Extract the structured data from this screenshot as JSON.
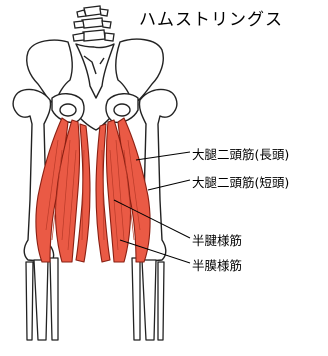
{
  "title": "ハムストリングス",
  "labels": [
    "大腿二頭筋(長頭)",
    "大腿二頭筋(短頭)",
    "半腱様筋",
    "半膜様筋"
  ],
  "colors": {
    "muscle_fill": "#ea5a45",
    "muscle_edge": "#8a1f12",
    "bone_outline": "#222222"
  }
}
